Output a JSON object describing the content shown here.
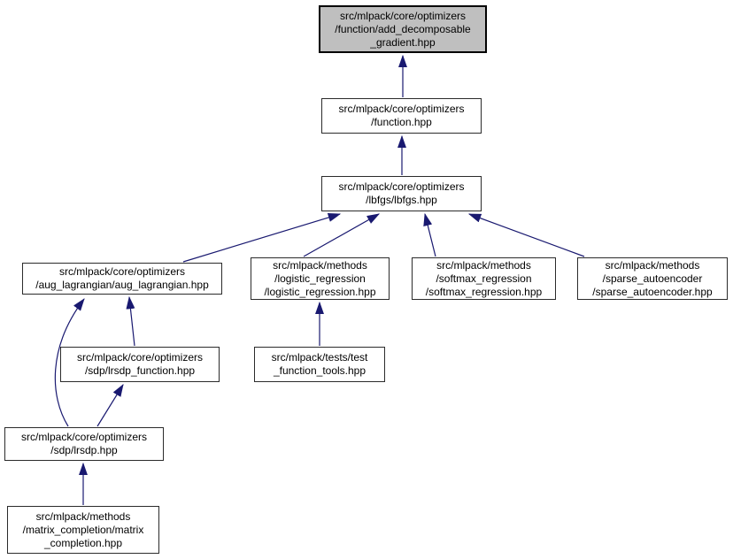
{
  "diagram": {
    "kind": "include-dependency-graph",
    "arrow_color": "#191970",
    "node_border_color": "#2b2b2b",
    "highlight_fill": "#bfbfbf",
    "background": "#ffffff",
    "nodes": [
      {
        "id": "add_decomposable_gradient",
        "label": "src/mlpack/core/optimizers\n/function/add_decomposable\n_gradient.hpp",
        "highlighted": true
      },
      {
        "id": "function",
        "label": "src/mlpack/core/optimizers\n/function.hpp",
        "highlighted": false
      },
      {
        "id": "lbfgs",
        "label": "src/mlpack/core/optimizers\n/lbfgs/lbfgs.hpp",
        "highlighted": false
      },
      {
        "id": "aug_lagrangian",
        "label": "src/mlpack/core/optimizers\n/aug_lagrangian/aug_lagrangian.hpp",
        "highlighted": false
      },
      {
        "id": "logistic_regression",
        "label": "src/mlpack/methods\n/logistic_regression\n/logistic_regression.hpp",
        "highlighted": false
      },
      {
        "id": "softmax_regression",
        "label": "src/mlpack/methods\n/softmax_regression\n/softmax_regression.hpp",
        "highlighted": false
      },
      {
        "id": "sparse_autoencoder",
        "label": "src/mlpack/methods\n/sparse_autoencoder\n/sparse_autoencoder.hpp",
        "highlighted": false
      },
      {
        "id": "lrsdp_function",
        "label": "src/mlpack/core/optimizers\n/sdp/lrsdp_function.hpp",
        "highlighted": false
      },
      {
        "id": "test_function_tools",
        "label": "src/mlpack/tests/test\n_function_tools.hpp",
        "highlighted": false
      },
      {
        "id": "lrsdp",
        "label": "src/mlpack/core/optimizers\n/sdp/lrsdp.hpp",
        "highlighted": false
      },
      {
        "id": "matrix_completion",
        "label": "src/mlpack/methods\n/matrix_completion/matrix\n_completion.hpp",
        "highlighted": false
      }
    ],
    "edges": [
      {
        "from": "function",
        "to": "add_decomposable_gradient"
      },
      {
        "from": "lbfgs",
        "to": "function"
      },
      {
        "from": "aug_lagrangian",
        "to": "lbfgs"
      },
      {
        "from": "logistic_regression",
        "to": "lbfgs"
      },
      {
        "from": "softmax_regression",
        "to": "lbfgs"
      },
      {
        "from": "sparse_autoencoder",
        "to": "lbfgs"
      },
      {
        "from": "lrsdp_function",
        "to": "aug_lagrangian"
      },
      {
        "from": "lrsdp",
        "to": "aug_lagrangian"
      },
      {
        "from": "lrsdp",
        "to": "lrsdp_function"
      },
      {
        "from": "test_function_tools",
        "to": "logistic_regression"
      },
      {
        "from": "matrix_completion",
        "to": "lrsdp"
      }
    ]
  }
}
